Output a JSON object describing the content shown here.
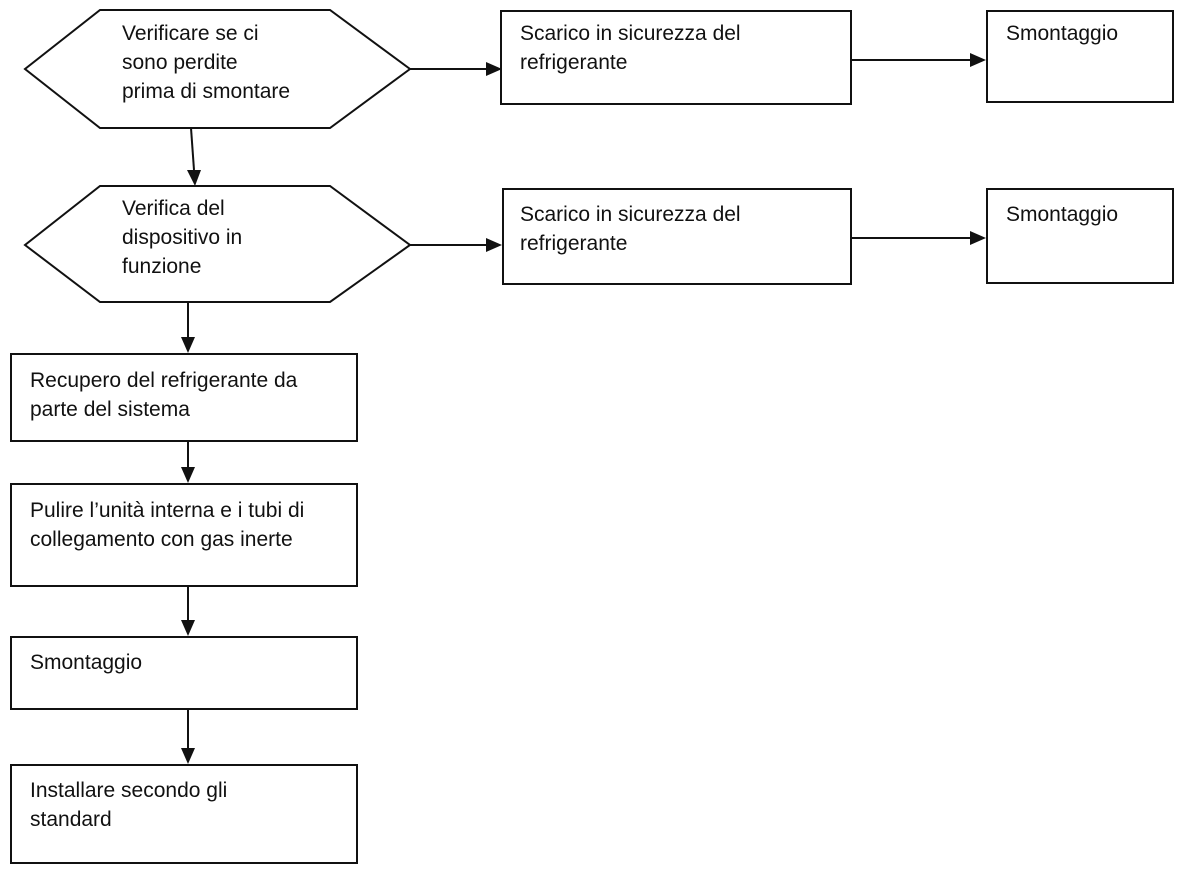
{
  "diagram": {
    "decision_leak_check": "Verificare se ci\nsono perdite\nprima di smontare",
    "decision_device_check": "Verifica del\ndispositivo in\nfunzione",
    "row1_discharge": "Scarico in sicurezza del\nrefrigerante",
    "row1_disassembly": "Smontaggio",
    "row2_discharge": "Scarico in sicurezza del\nrefrigerante",
    "row2_disassembly": "Smontaggio",
    "step_recovery": "Recupero del refrigerante da\nparte del sistema",
    "step_clean": "Pulire l’unità interna e i tubi di\ncollegamento con gas inerte",
    "step_disassembly": "Smontaggio",
    "step_install": "Installare secondo gli\nstandard"
  }
}
